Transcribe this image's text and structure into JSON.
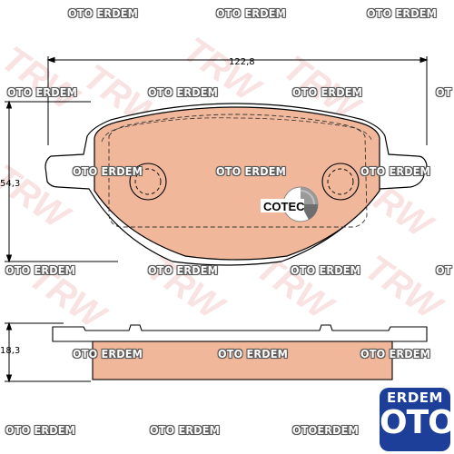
{
  "drawing": {
    "width_label": "122,8",
    "height_label": "54,3",
    "thickness_label": "18,3",
    "brand_badge": "COTEC",
    "background_brand": "TRW"
  },
  "watermarks": [
    "OTO ERDEM",
    "OTO ERDEM",
    "OTO ERDEM",
    "OTO ERDEM",
    "OTO ERDEM",
    "OTO ERDEM",
    "OT",
    "OTO ERDEM",
    "OTO ERDEM",
    "OTO ERDEM",
    "OTO ERDEM",
    "OTO ERDEM",
    "OTO ERDEM",
    "OT",
    "OTO ERDEM",
    "OTO ERDEM",
    "OTO ERDEM",
    "OTO ERDEM",
    "OTO ERDEM",
    "OTOERDEM"
  ],
  "logo": {
    "top": "ERDEM",
    "bottom": "OTO"
  },
  "colors": {
    "pad_fill": "#f0b79a",
    "outline": "#000000",
    "trw_watermark": "#f3c8c8",
    "logo_bg": "#1d3f9a"
  }
}
